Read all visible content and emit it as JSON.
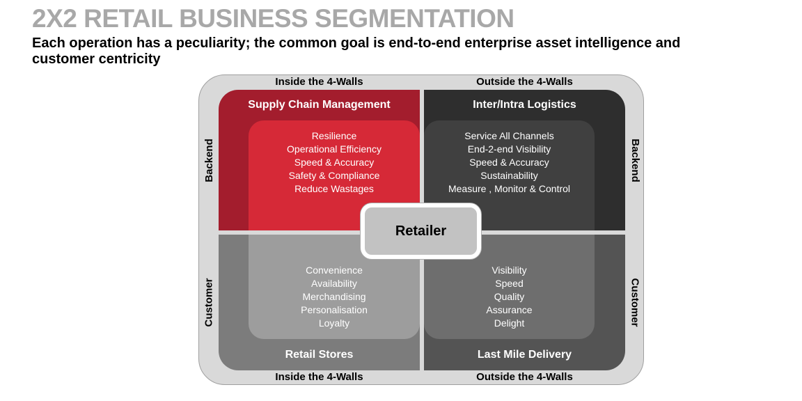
{
  "slide": {
    "title": "2X2 RETAIL BUSINESS SEGMENTATION",
    "subtitle_lines": [
      "Each operation has a peculiarity; the common goal is end-to-end enterprise asset intelligence and",
      "customer centricity"
    ]
  },
  "matrix": {
    "axes": {
      "top_left": "Inside the 4-Walls",
      "top_right": "Outside the 4-Walls",
      "bottom_left": "Inside the 4-Walls",
      "bottom_right": "Outside the 4-Walls",
      "left_top": "Backend",
      "left_bottom": "Customer",
      "right_top": "Backend",
      "right_bottom": "Customer"
    },
    "center_label": "Retailer",
    "quadrants": {
      "supply_chain": {
        "title": "Supply Chain Management",
        "items": [
          "Resilience",
          "Operational Efficiency",
          "Speed & Accuracy",
          "Safety & Compliance",
          "Reduce Wastages"
        ]
      },
      "logistics": {
        "title": "Inter/Intra Logistics",
        "items": [
          "Service All Channels",
          "End-2-end Visibility",
          "Speed & Accuracy",
          "Sustainability",
          "Measure , Monitor & Control"
        ]
      },
      "retail_stores": {
        "title": "Retail Stores",
        "items": [
          "Convenience",
          "Availability",
          "Merchandising",
          "Personalisation",
          "Loyalty"
        ]
      },
      "last_mile": {
        "title": "Last Mile Delivery",
        "items": [
          "Visibility",
          "Speed",
          "Quality",
          "Assurance",
          "Delight"
        ]
      }
    }
  },
  "colors": {
    "title_gray": "#a8a8a8",
    "frame_fill": "#d9d9d9",
    "frame_border": "#9f9f9f",
    "supply_chain_outer": "#a31d2d",
    "supply_chain_inner": "#d62937",
    "logistics_outer": "#2e2e2e",
    "logistics_inner": "#404040",
    "retail_stores_outer": "#7c7c7c",
    "retail_stores_inner": "#9d9d9d",
    "last_mile_outer": "#545454",
    "last_mile_inner": "#6e6e6e",
    "center_box_fill": "#c2c2c2",
    "center_box_border": "#ffffff",
    "quadrant_text": "#ffffff",
    "axis_text": "#000000"
  }
}
